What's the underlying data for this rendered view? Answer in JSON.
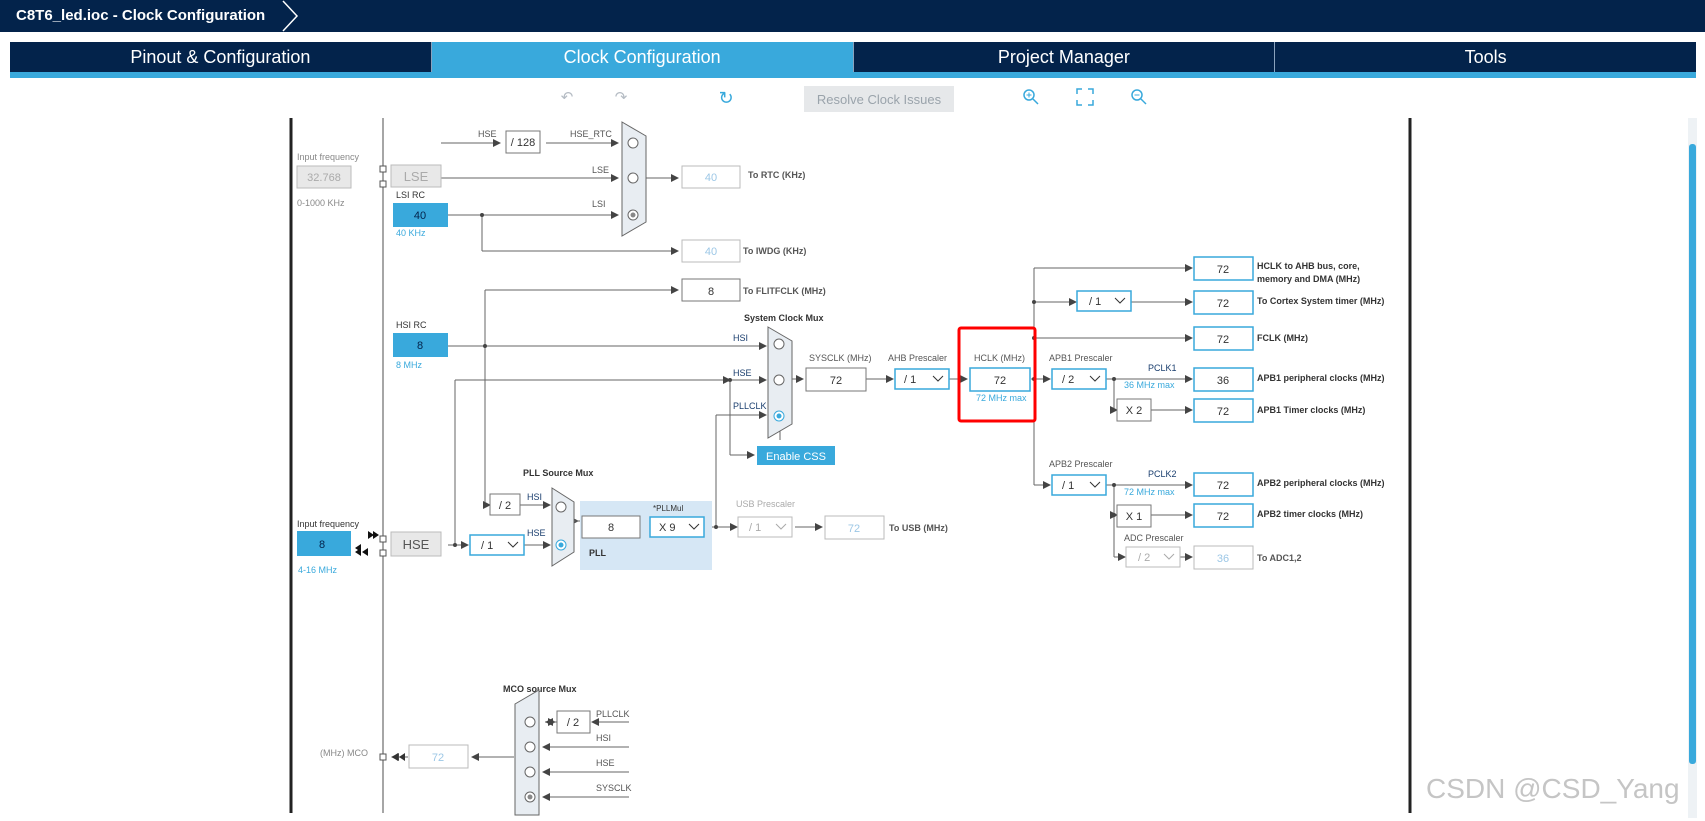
{
  "window": {
    "title": "C8T6_led.ioc - Clock Configuration"
  },
  "tabs": [
    {
      "label": "Pinout & Configuration"
    },
    {
      "label": "Clock Configuration",
      "active": true
    },
    {
      "label": "Project Manager"
    },
    {
      "label": "Tools"
    }
  ],
  "toolbar": {
    "resolve_label": "Resolve Clock Issues"
  },
  "colors": {
    "navy": "#03234b",
    "accent": "#39a9dc",
    "highlight": "#ff0000"
  },
  "diagram": {
    "input_freq_label": "Input frequency",
    "lse_freq": "32.768",
    "lse_range": "0-1000 KHz",
    "lse_label": "LSE",
    "lsi_rc_label": "LSI RC",
    "lsi_value": "40",
    "lsi_unit": "40 KHz",
    "hse_div128": "/ 128",
    "hse_label_top": "HSE",
    "hse_rtc_label": "HSE_RTC",
    "lse_mux_label": "LSE",
    "lsi_mux_label": "LSI",
    "rtc_value": "40",
    "rtc_label": "To RTC (KHz)",
    "iwdg_value": "40",
    "iwdg_label": "To IWDG (KHz)",
    "flit_value": "8",
    "flit_label": "To FLITFCLK (MHz)",
    "hsi_rc_label": "HSI RC",
    "hsi_value": "8",
    "hsi_unit": "8 MHz",
    "sysclk_mux_title": "System Clock Mux",
    "hsi": "HSI",
    "hse": "HSE",
    "pllclk": "PLLCLK",
    "enable_css": "Enable CSS",
    "sysclk_label": "SYSCLK (MHz)",
    "sysclk_value": "72",
    "ahb_label": "AHB Prescaler",
    "ahb_value": "/ 1",
    "hclk_label": "HCLK (MHz)",
    "hclk_value": "72",
    "hclk_max": "72 MHz max",
    "apb1_label": "APB1 Prescaler",
    "apb1_value": "/ 2",
    "pclk1": "PCLK1",
    "pclk1_max": "36 MHz max",
    "apb2_label": "APB2 Prescaler",
    "apb2_value": "/ 1",
    "pclk2": "PCLK2",
    "pclk2_max": "72 MHz max",
    "cortex_div": "/ 1",
    "x2": "X 2",
    "x1": "X 1",
    "adc_label": "ADC Prescaler",
    "adc_div": "/ 2",
    "outputs": {
      "ahb_value": "72",
      "ahb_label": "HCLK to AHB bus, core,",
      "ahb_label2": "memory and DMA (MHz)",
      "cortex_value": "72",
      "cortex_label": "To Cortex System timer (MHz)",
      "fclk_value": "72",
      "fclk_label": "FCLK (MHz)",
      "apb1p_value": "36",
      "apb1p_label": "APB1 peripheral clocks (MHz)",
      "apb1t_value": "72",
      "apb1t_label": "APB1 Timer clocks (MHz)",
      "apb2p_value": "72",
      "apb2p_label": "APB2 peripheral clocks (MHz)",
      "apb2t_value": "72",
      "apb2t_label": "APB2 timer clocks (MHz)",
      "adc_value": "36",
      "adc_label": "To ADC1,2"
    },
    "pll_src_title": "PLL Source Mux",
    "pll_div2": "/ 2",
    "pll_in": "8",
    "pllmul_label": "*PLLMul",
    "pllmul_value": "X 9",
    "pll_label": "PLL",
    "usb_label": "USB Prescaler",
    "usb_div": "/ 1",
    "usb_value": "72",
    "usb_out_label": "To USB (MHz)",
    "hse_input_freq": "8",
    "hse_range": "4-16 MHz",
    "hse_box": "HSE",
    "hse_div": "/ 1",
    "mco_title": "MCO source Mux",
    "mco_div": "/ 2",
    "mco_pllclk": "PLLCLK",
    "mco_hsi": "HSI",
    "mco_hse": "HSE",
    "mco_sysclk": "SYSCLK",
    "mco_value": "72",
    "mco_label": "(MHz) MCO"
  },
  "watermark": "CSDN @CSD_Yang"
}
